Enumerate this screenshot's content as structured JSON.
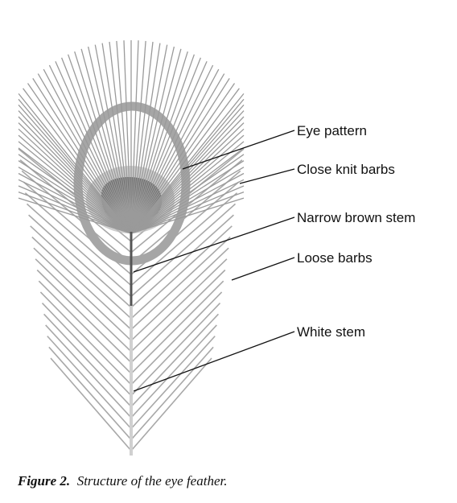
{
  "labels": {
    "eye_pattern": "Eye pattern",
    "close_knit_barbs": "Close knit barbs",
    "narrow_brown_stem": "Narrow brown stem",
    "loose_barbs": "Loose barbs",
    "white_stem": "White stem"
  },
  "caption": {
    "number": "Figure 2.",
    "text": "Structure of the eye feather."
  },
  "colors": {
    "barb": "#9a9a9a",
    "loose_barb": "#a8a8a8",
    "eye_ring": "#a6a6a6",
    "eye_halo": "#bdbdbd",
    "eye_core": "#6e6e6e",
    "brown_stem": "#555555",
    "white_stem": "#d0d0d0",
    "leader": "#111111"
  }
}
